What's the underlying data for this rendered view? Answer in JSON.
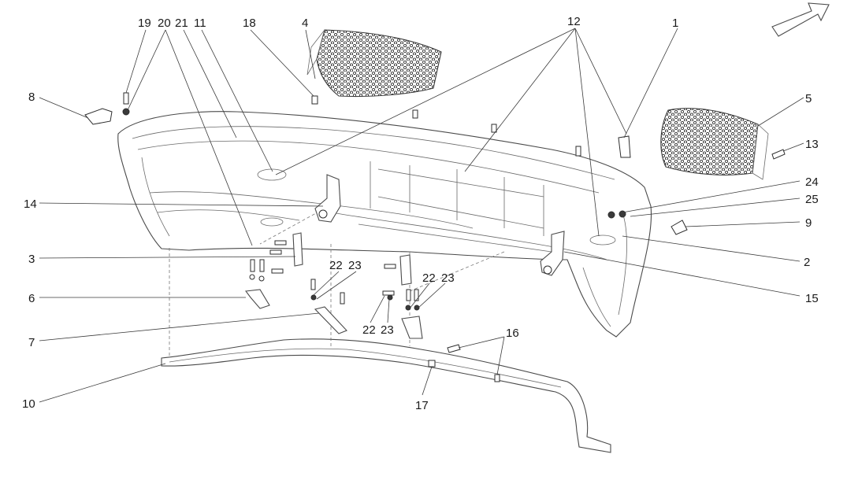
{
  "figure": {
    "callouts": [
      {
        "id": "c1",
        "label": "1"
      },
      {
        "id": "c2",
        "label": "2"
      },
      {
        "id": "c3",
        "label": "3"
      },
      {
        "id": "c4",
        "label": "4"
      },
      {
        "id": "c5",
        "label": "5"
      },
      {
        "id": "c6",
        "label": "6"
      },
      {
        "id": "c7",
        "label": "7"
      },
      {
        "id": "c8",
        "label": "8"
      },
      {
        "id": "c9",
        "label": "9"
      },
      {
        "id": "c10",
        "label": "10"
      },
      {
        "id": "c11",
        "label": "11"
      },
      {
        "id": "c12",
        "label": "12"
      },
      {
        "id": "c13",
        "label": "13"
      },
      {
        "id": "c14",
        "label": "14"
      },
      {
        "id": "c15",
        "label": "15"
      },
      {
        "id": "c16",
        "label": "16"
      },
      {
        "id": "c17",
        "label": "17"
      },
      {
        "id": "c18",
        "label": "18"
      },
      {
        "id": "c19",
        "label": "19"
      },
      {
        "id": "c20",
        "label": "20"
      },
      {
        "id": "c21",
        "label": "21"
      },
      {
        "id": "c22a",
        "label": "22"
      },
      {
        "id": "c23a",
        "label": "23"
      },
      {
        "id": "c22b",
        "label": "22"
      },
      {
        "id": "c23b",
        "label": "23"
      },
      {
        "id": "c22c",
        "label": "22"
      },
      {
        "id": "c23c",
        "label": "23"
      },
      {
        "id": "c24",
        "label": "24"
      },
      {
        "id": "c25",
        "label": "25"
      }
    ],
    "icons": {
      "orientation": "direction-arrow-icon"
    },
    "colors": {
      "line": "#4a4a4a",
      "text": "#1a1a1a",
      "background": "#ffffff"
    }
  }
}
